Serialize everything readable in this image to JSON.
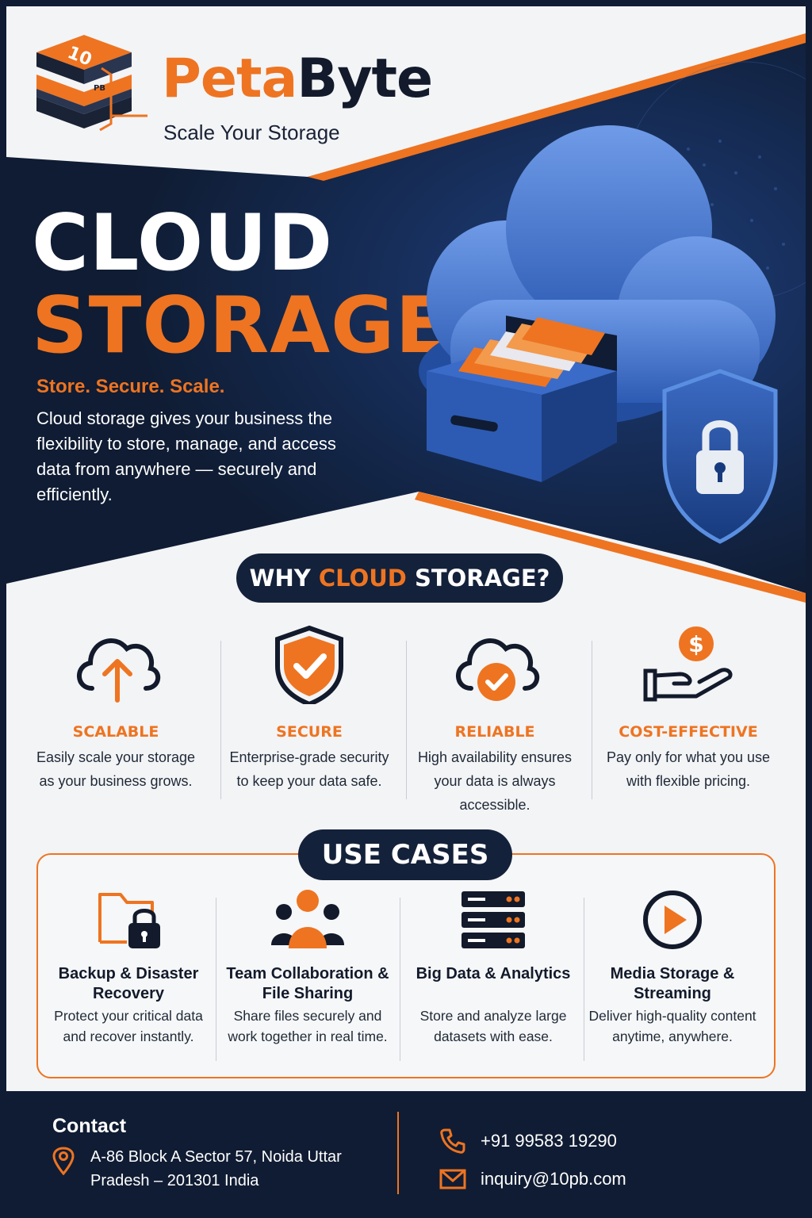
{
  "brand": {
    "logo_text": "10",
    "logo_small": "PB",
    "name_part1": "Peta",
    "name_part2": "Byte",
    "tagline": "Scale Your Storage"
  },
  "hero": {
    "title_line1": "CLOUD",
    "title_line2": "STORAGE",
    "subtitle": "Store. Secure. Scale.",
    "description": "Cloud storage gives your business the flexibility to store, manage, and access data from anywhere — securely and efficiently."
  },
  "why": {
    "heading_pre": "WHY ",
    "heading_accent": "CLOUD",
    "heading_post": " STORAGE?",
    "features": [
      {
        "icon": "cloud-upload-icon",
        "title": "SCALABLE",
        "desc": "Easily scale your storage as your business grows."
      },
      {
        "icon": "shield-check-icon",
        "title": "SECURE",
        "desc": "Enterprise-grade security to keep your data safe."
      },
      {
        "icon": "cloud-check-icon",
        "title": "RELIABLE",
        "desc": "High availability ensures your data is always accessible."
      },
      {
        "icon": "hand-dollar-icon",
        "title": "COST-EFFECTIVE",
        "desc": "Pay only for what you use with flexible pricing."
      }
    ]
  },
  "use_cases": {
    "heading": "USE CASES",
    "items": [
      {
        "icon": "folder-lock-icon",
        "title": "Backup & Disaster Recovery",
        "desc": "Protect your critical data and recover instantly."
      },
      {
        "icon": "team-icon",
        "title": "Team Collaboration & File Sharing",
        "desc": "Share files securely and work together in real time."
      },
      {
        "icon": "server-icon",
        "title": "Big Data & Analytics",
        "desc": "Store and analyze large datasets with ease."
      },
      {
        "icon": "play-icon",
        "title": "Media Storage & Streaming",
        "desc": "Deliver high-quality content anytime, anywhere."
      }
    ]
  },
  "contact": {
    "heading": "Contact",
    "address": "A-86 Block A Sector 57, Noida Uttar Pradesh – 201301 India",
    "phone": "+91 99583 19290",
    "email": "inquiry@10pb.com"
  },
  "colors": {
    "accent": "#ee7421",
    "navy": "#101c33",
    "cloud_blue": "#3f73c9"
  }
}
